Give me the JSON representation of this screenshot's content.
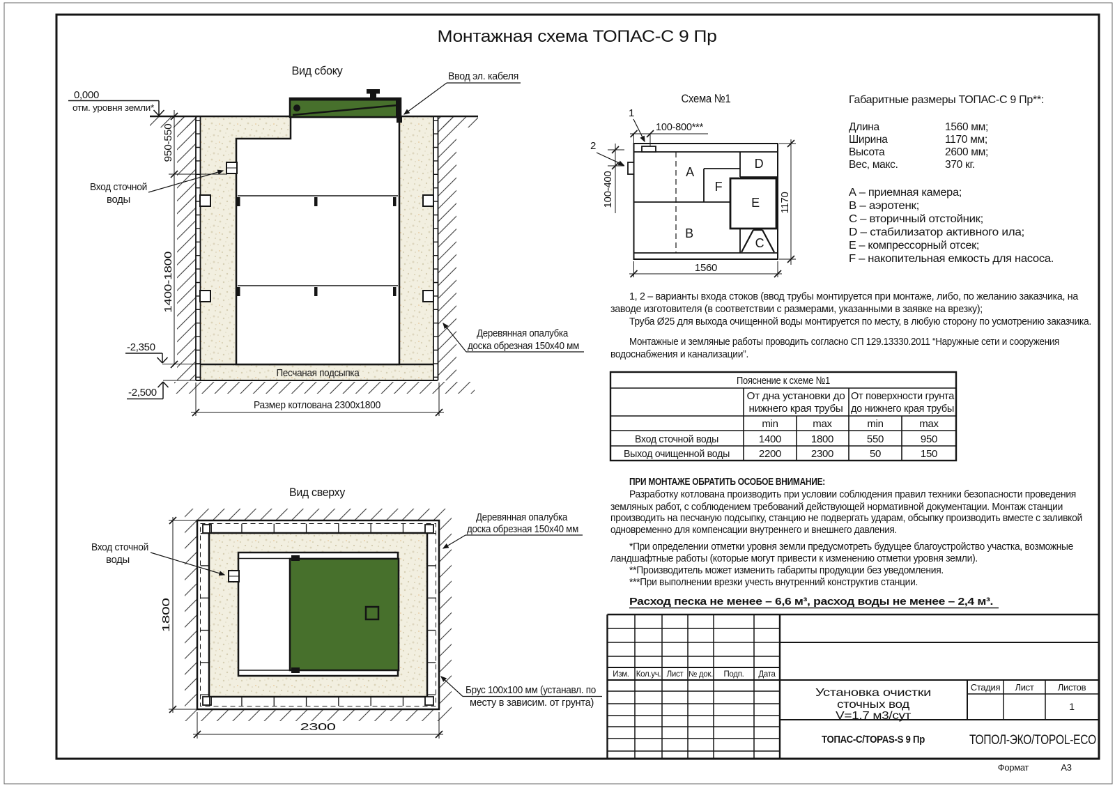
{
  "title": "Монтажная схема ТОПАС-С 9 Пр",
  "side_view": {
    "label": "Вид сбоку",
    "zero_mark": "0,000",
    "zero_note": "отм. уровня земли*",
    "dim_upper": "950-550",
    "dim_lower": "1400-1800",
    "level_bottom_unit": "-2,350",
    "level_bottom_pit": "-2,500",
    "pit_size": "Размер котлована 2300х1800",
    "sand_label": "Песчаная подсыпка",
    "inlet_line1": "Вход сточной",
    "inlet_line2": "воды",
    "cable_label": "Ввод эл. кабеля",
    "formwork_line1": "Деревянная опалубка",
    "formwork_line2": "доска обрезная 150х40 мм"
  },
  "top_view": {
    "label": "Вид сверху",
    "dim_height": "1800",
    "dim_width": "2300",
    "inlet_line1": "Вход сточной",
    "inlet_line2": "воды",
    "formwork_line1": "Деревянная опалубка",
    "formwork_line2": "доска обрезная 150х40 мм",
    "timber_line1": "Брус 100х100 мм (устанавл. по",
    "timber_line2": "месту в зависим. от грунта)"
  },
  "schema": {
    "label": "Схема №1",
    "marker1": "1",
    "marker2": "2",
    "dim_top": "100-800***",
    "dim_left": "100-400",
    "dim_right": "1170",
    "dim_bottom": "1560",
    "comp_a": "A",
    "comp_b": "B",
    "comp_c": "C",
    "comp_d": "D",
    "comp_e": "E",
    "comp_f": "F"
  },
  "overall": {
    "heading": "Габаритные размеры ТОПАС-С 9 Пр**:",
    "rows": [
      {
        "label": "Длина",
        "value": "1560 мм;"
      },
      {
        "label": "Ширина",
        "value": "1170 мм;"
      },
      {
        "label": "Высота",
        "value": "2600 мм;"
      },
      {
        "label": "Вес, макс.",
        "value": "370 кг."
      }
    ]
  },
  "legend": [
    "А – приемная камера;",
    "В – аэротенк;",
    "С – вторичный отстойник;",
    "D – стабилизатор активного ила;",
    "Е – компрессорный отсек;",
    "F – накопительная емкость для насоса."
  ],
  "notes_inlet": [
    "1, 2 – варианты входа  стоков (ввод трубы монтируется при монтаже, либо, по желанию заказчика, на",
    "заводе изготовителя (в соответствии с размерами, указанными в заявке на врезку);",
    "Труба Ø25 для выхода очищенной воды монтируется по месту, в любую сторону по усмотрению заказчика."
  ],
  "notes_sp": [
    "Монтажные и земляные работы проводить согласно СП 129.13330.2011 “Наружные сети и сооружения",
    "водоснабжения и канализации”."
  ],
  "table": {
    "title": "Пояснение к схеме №1",
    "group1_line1": "От дна установки до",
    "group1_line2": "нижнего края трубы",
    "group2_line1": "От поверхности грунта",
    "group2_line2": "до нижнего края трубы",
    "min1": "min",
    "max1": "max",
    "min2": "min",
    "max2": "max",
    "row1": {
      "label": "Вход сточной воды",
      "v1": "1400",
      "v2": "1800",
      "v3": "550",
      "v4": "950"
    },
    "row2": {
      "label": "Выход очищенной воды",
      "v1": "2200",
      "v2": "2300",
      "v3": "50",
      "v4": "150"
    }
  },
  "warning": {
    "heading": "ПРИ МОНТАЖЕ ОБРАТИТЬ ОСОБОЕ ВНИМАНИЕ:",
    "lines": [
      "Разработку котлована производить при условии соблюдения правил техники безопасности проведения",
      "земляных работ, с соблюдением требований действующей нормативной документации. Монтаж станции",
      "производить на песчаную подсыпку, станцию не подвергать ударам, обсыпку производить вместе с заливкой",
      "одновременно для компенсации внутреннего и внешнего давления."
    ],
    "notes": [
      "*При определении отметки уровня земли предусмотреть будущее благоустройство участка, возможные",
      "ландшафтные работы (которые могут привести к изменению отметки уровня земли).",
      "**Производитель может изменить габариты продукции без уведомления.",
      "***При выполнении врезки учесть внутренний конструктив станции."
    ],
    "consumption": "Расход песка не менее – 6,6 м³, расход воды не менее – 2,4 м³."
  },
  "title_block": {
    "col_izm": "Изм.",
    "col_koluch": "Кол.уч.",
    "col_list": "Лист",
    "col_ndok": "№ док.",
    "col_podp": "Подп.",
    "col_data": "Дата",
    "product_line1": "Установка очистки",
    "product_line2": "сточных вод",
    "product_line3": "V=1,7 м3/сут",
    "stage": "Стадия",
    "sheet": "Лист",
    "sheets": "Листов",
    "sheets_value": "1",
    "model": "ТОПАС-С/TOPAS-S 9 Пр",
    "brand": "ТОПОЛ-ЭКО/TOPOL-ECO",
    "format_label": "Формат",
    "format_value": "А3"
  },
  "colors": {
    "lid_green": "#47702c",
    "line": "#141414",
    "sand": "#f3f0e2"
  }
}
